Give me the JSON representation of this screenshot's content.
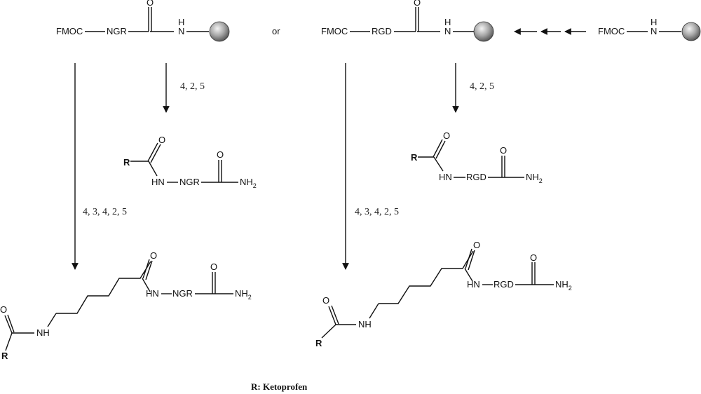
{
  "labels": {
    "fmoc": "FMOC",
    "ngr": "NGR",
    "rgd": "RGD",
    "or": "or",
    "hn": "HN",
    "nh": "NH",
    "h": "H",
    "n": "N",
    "o": "O",
    "r": "R",
    "nh2_main": "NH",
    "nh2_sub": "2"
  },
  "conditions": {
    "short": "4, 2, 5",
    "long": "4, 3, 4, 2, 5"
  },
  "legend": {
    "text": "R:  Ketoprofen"
  }
}
